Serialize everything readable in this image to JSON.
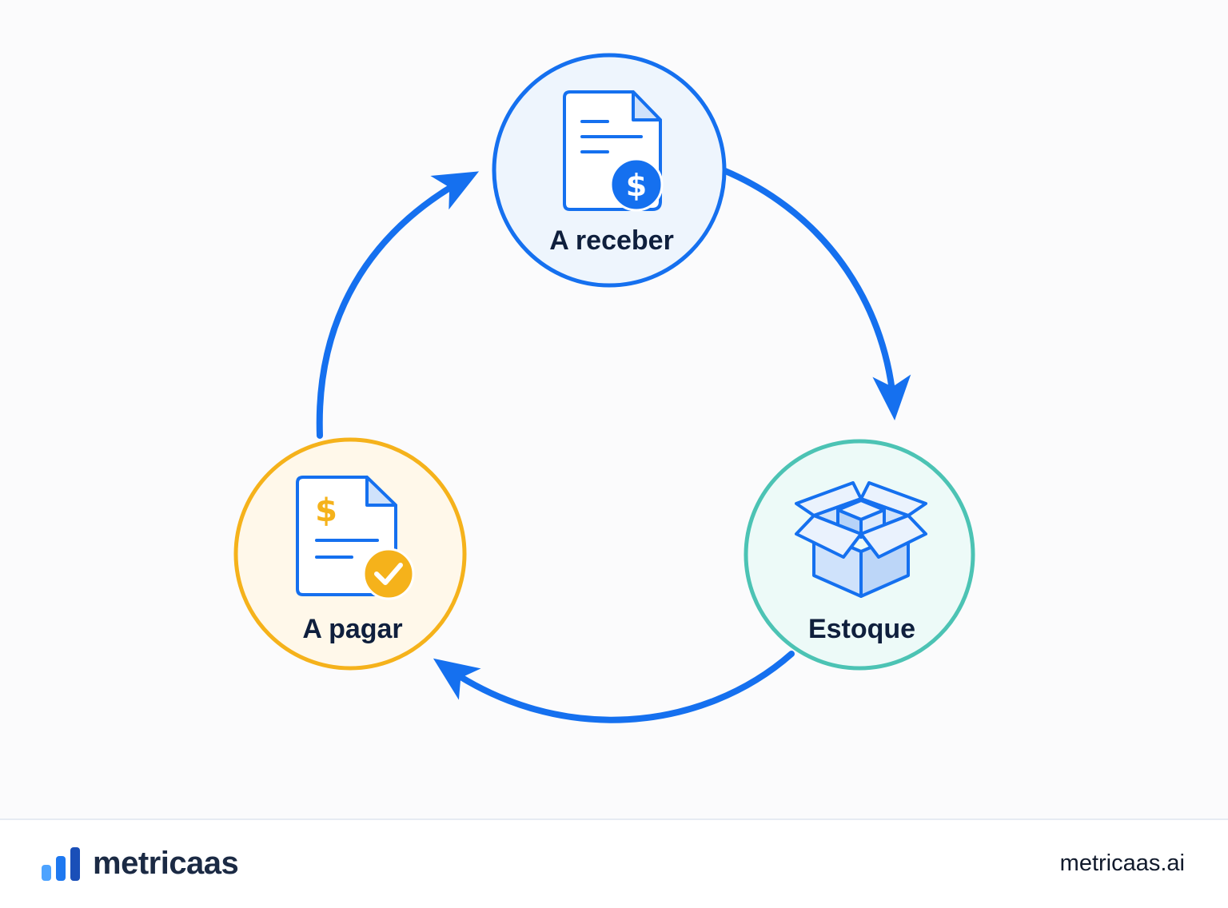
{
  "colors": {
    "flow_arrow": "#1570ef",
    "receivable": "#1570ef",
    "payable": "#f5b21b",
    "inventory": "#4cc3b4",
    "text_dark": "#0f1f3d"
  },
  "cycle": {
    "nodes": [
      {
        "id": "receivable",
        "label": "A receber",
        "icon": "invoice-dollar-icon"
      },
      {
        "id": "inventory",
        "label": "Estoque",
        "icon": "open-box-icon"
      },
      {
        "id": "payable",
        "label": "A pagar",
        "icon": "bill-check-icon"
      }
    ],
    "flow": [
      "A receber → Estoque",
      "Estoque → A pagar",
      "A pagar → A receber"
    ]
  },
  "footer": {
    "brand": "metricaas",
    "brand_icon": "bar-chart-logo-icon",
    "url": "metricaas.ai"
  }
}
